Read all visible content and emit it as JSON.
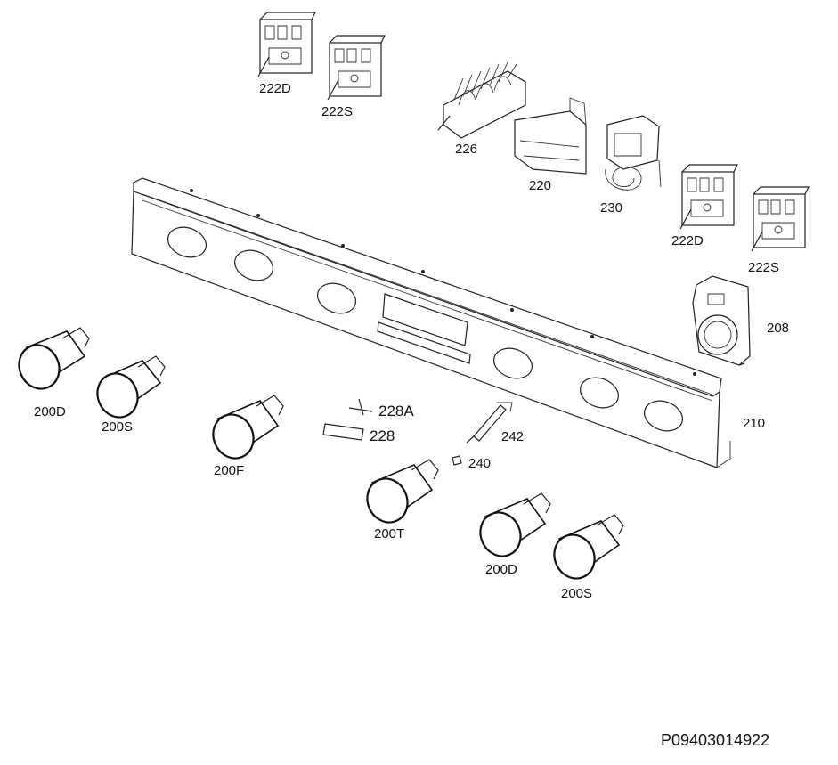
{
  "diagram": {
    "reference_code": "P09403014922",
    "labels": {
      "p222D_top": "222D",
      "p222S_top": "222S",
      "p226": "226",
      "p220": "220",
      "p230": "230",
      "p222D_right": "222D",
      "p222S_right": "222S",
      "p208": "208",
      "p210": "210",
      "p200D_left": "200D",
      "p200S_left": "200S",
      "p200F": "200F",
      "p228A": "228A",
      "p228": "228",
      "p242": "242",
      "p240": "240",
      "p200T": "200T",
      "p200D_right": "200D",
      "p200S_right": "200S"
    }
  }
}
